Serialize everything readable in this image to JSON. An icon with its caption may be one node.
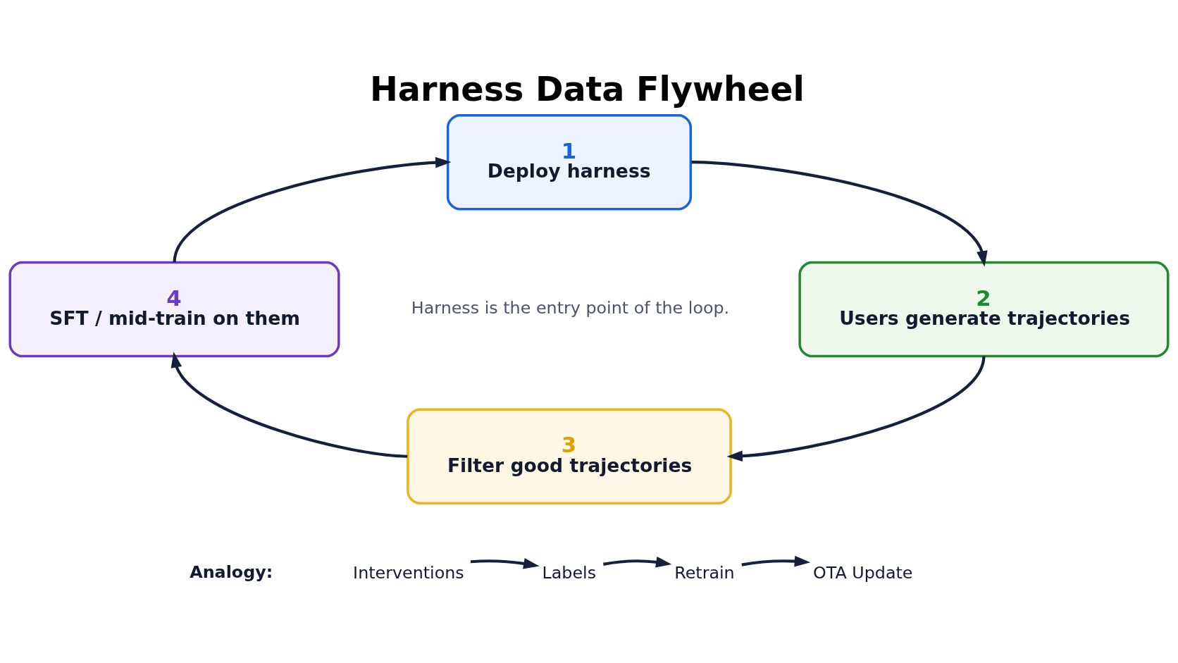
{
  "diagram": {
    "title": "Harness Data Flywheel",
    "nodes": [
      {
        "text": [
          "1",
          "Deploy harness"
        ]
      },
      {
        "text": [
          "2",
          "Users generate trajectories"
        ]
      },
      {
        "text": [
          "3",
          "Filter good trajectories"
        ]
      },
      {
        "text": [
          "4",
          "SFT / mid-train on them"
        ]
      },
      {
        "text": [
          "Interventions"
        ]
      },
      {
        "text": [
          "Labels"
        ]
      },
      {
        "text": [
          "Retrain"
        ]
      },
      {
        "text": [
          "OTA Update"
        ]
      }
    ],
    "edges": [
      {
        "from": 0,
        "to": 1,
        "arrow": "to"
      },
      {
        "from": 1,
        "to": 2,
        "arrow": "to"
      },
      {
        "from": 2,
        "to": 3,
        "arrow": "to"
      },
      {
        "from": 3,
        "to": 0,
        "arrow": "to"
      },
      {
        "from": 4,
        "to": 5,
        "arrow": "to"
      },
      {
        "from": 5,
        "to": 6,
        "arrow": "to"
      },
      {
        "from": 6,
        "to": 7,
        "arrow": "to"
      }
    ],
    "labels": [
      "Harness is the entry point of the loop.",
      "Analogy:"
    ]
  }
}
